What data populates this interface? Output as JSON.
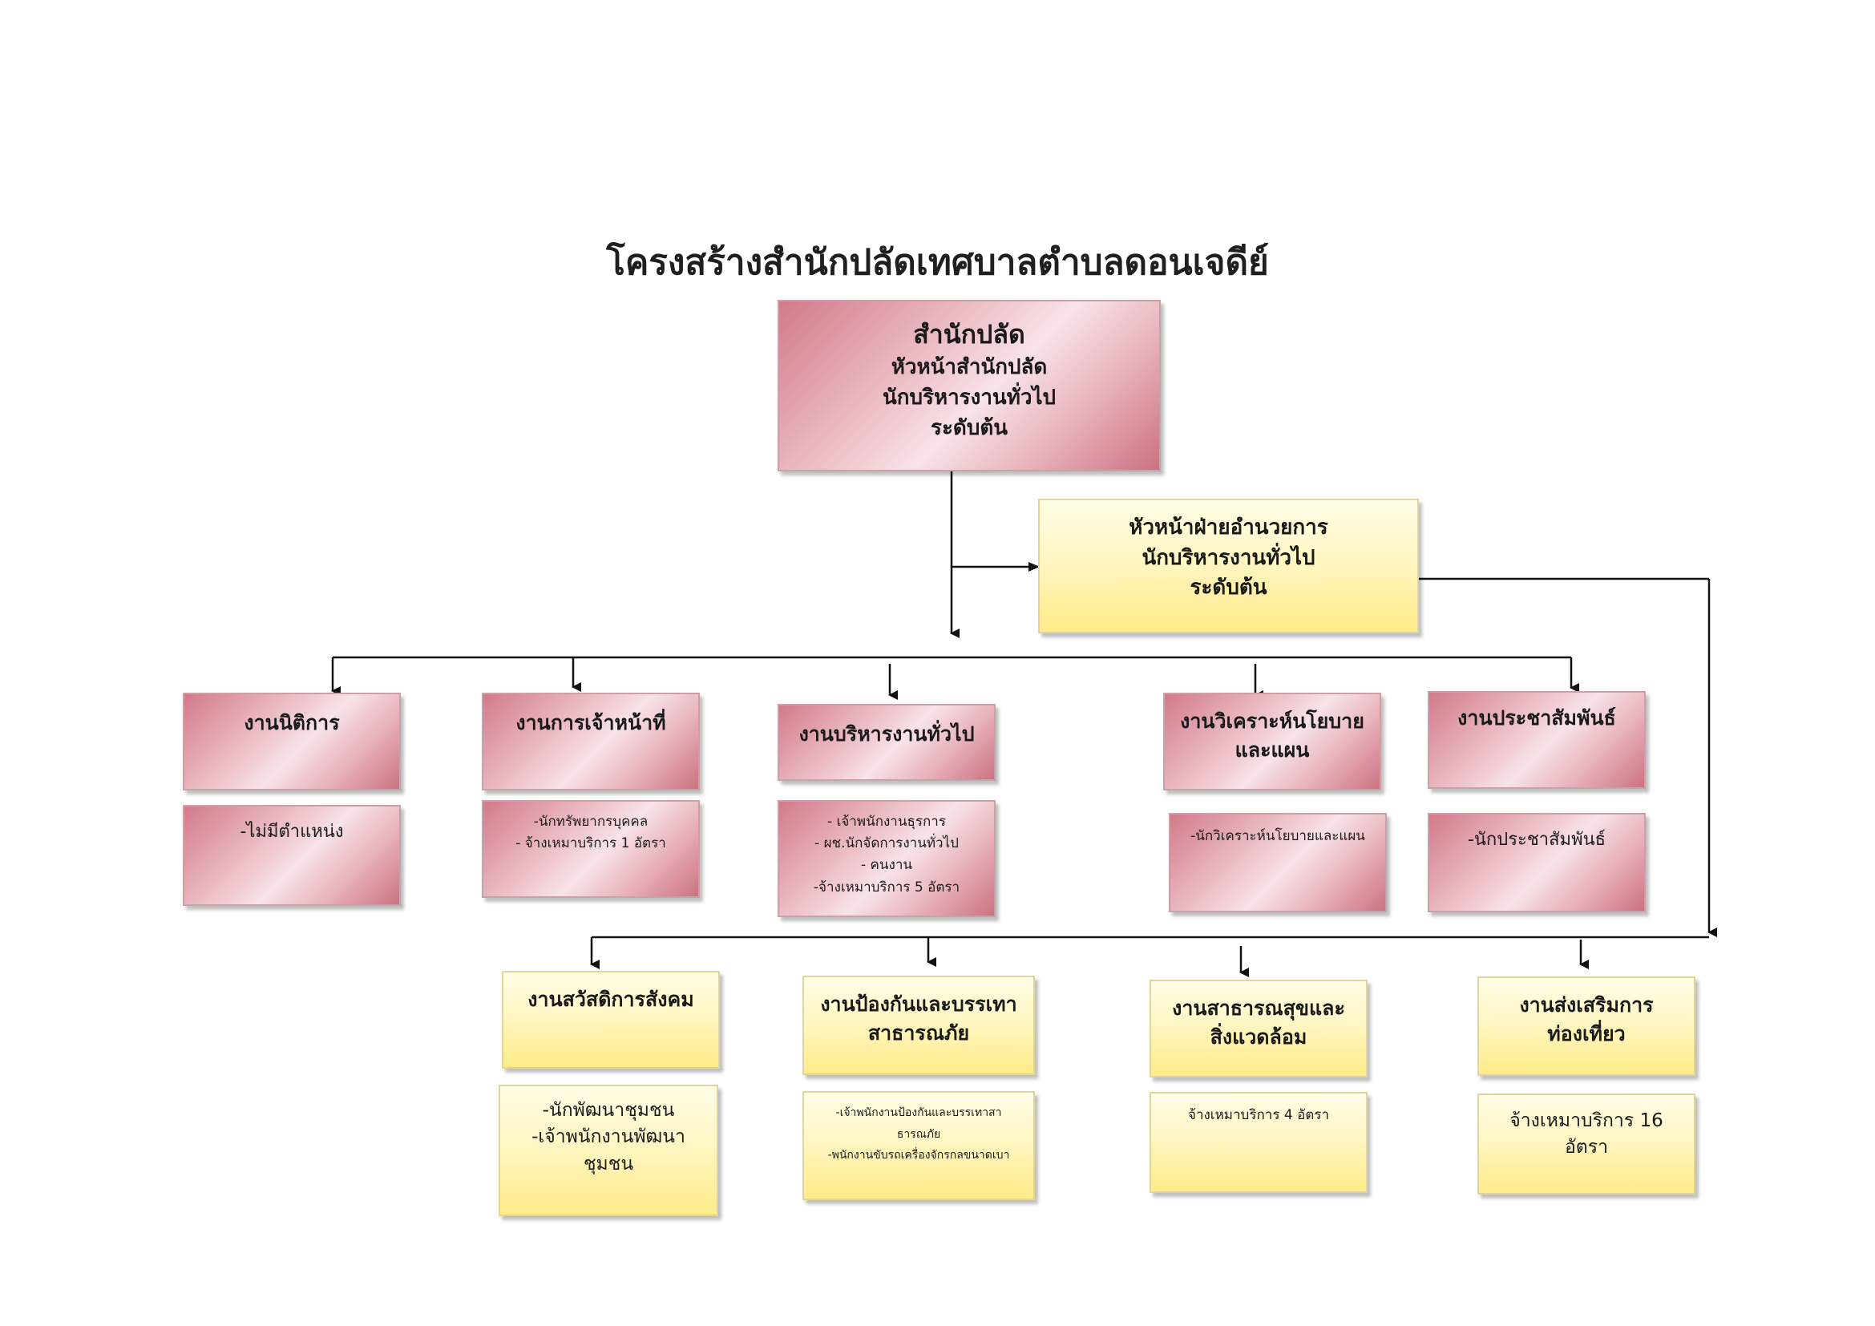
{
  "title": "โครงสร้างสำนักปลัดเทศบาลตำบลดอนเจดีย์",
  "top": {
    "name": "สำนักปลัด",
    "lines": [
      "หัวหน้าสำนักปลัด",
      "นักบริหารงานทั่วไป",
      "ระดับต้น"
    ]
  },
  "deputy": {
    "lines": [
      "หัวหน้าฝ่ายอำนวยการ",
      "นักบริหารงานทั่วไป",
      "ระดับต้น"
    ]
  },
  "row1": [
    {
      "title": [
        "งานนิติการ"
      ],
      "staff": [
        "-ไม่มีตำแหน่ง"
      ]
    },
    {
      "title": [
        "งานการเจ้าหน้าที่"
      ],
      "staff": [
        "-นักทรัพยากรบุคคล",
        "- จ้างเหมาบริการ 1 อัตรา"
      ]
    },
    {
      "title": [
        "งานบริหารงานทั่วไป"
      ],
      "staff": [
        "-   เจ้าพนักงานธุรการ",
        "-   ผช.นักจัดการงานทั่วไป",
        "- คนงาน",
        "-จ้างเหมาบริการ  5  อัตรา"
      ]
    },
    {
      "title": [
        "งานวิเคราะห์นโยบาย",
        "และแผน"
      ],
      "staff": [
        "-นักวิเคราะห์นโยบายและแผน"
      ]
    },
    {
      "title": [
        "งานประชาสัมพันธ์"
      ],
      "staff": [
        "-นักประชาสัมพันธ์"
      ]
    }
  ],
  "row2": [
    {
      "title": [
        "งานสวัสดิการสังคม"
      ],
      "staff": [
        "-นักพัฒนาชุมชน",
        "-เจ้าพนักงานพัฒนา",
        "ชุมชน"
      ]
    },
    {
      "title": [
        "งานป้องกันและบรรเทา",
        "สาธารณภัย"
      ],
      "staff": [
        "-เจ้าพนักงานป้องกันและบรรเทาสา",
        "ธารณภัย",
        "-พนักงานขับรถเครื่องจักรกลขนาดเบา"
      ]
    },
    {
      "title": [
        "งานสาธารณสุขและ",
        "สิ่งแวดล้อม"
      ],
      "staff": [
        "จ้างเหมาบริการ 4 อัตรา"
      ]
    },
    {
      "title": [
        "งานส่งเสริมการ",
        "ท่องเที่ยว"
      ],
      "staff": [
        "จ้างเหมาบริการ 16",
        "อัตรา"
      ]
    }
  ],
  "colors": {
    "pink": "#e9b3bc",
    "yellow": "#fff6c4",
    "line": "#111111"
  }
}
